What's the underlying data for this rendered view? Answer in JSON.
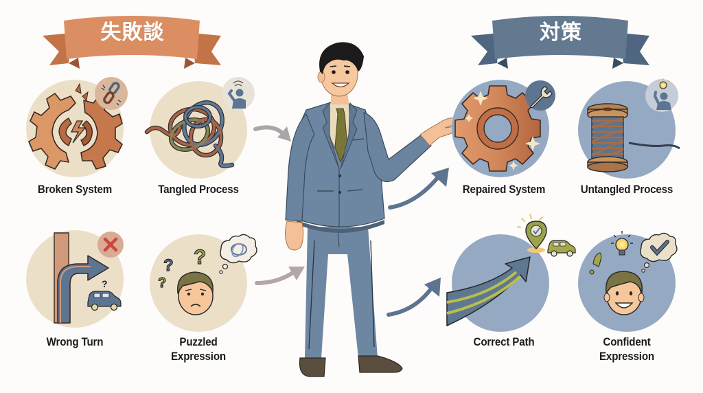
{
  "banners": {
    "left": {
      "label": "失敗談",
      "color": "#d98b5f",
      "shade": "#b96c45"
    },
    "right": {
      "label": "対策",
      "color": "#5e7590",
      "shade": "#465a72"
    }
  },
  "failures": [
    {
      "id": "broken-system",
      "title": [
        "Broken System"
      ],
      "main_icon": "broken-gears-icon",
      "badge_icon": "broken-chain-icon"
    },
    {
      "id": "tangled-process",
      "title": [
        "Tangled Process"
      ],
      "main_icon": "tangled-yarn-icon",
      "badge_icon": "confused-person-icon"
    },
    {
      "id": "wrong-turn",
      "title": [
        "Wrong Turn"
      ],
      "main_icon": "wrong-turn-arrow-icon",
      "badge_icon": "red-x-icon",
      "extra_icon": "confused-car-icon"
    },
    {
      "id": "puzzled-expression",
      "title": [
        "Puzzled",
        "Expression"
      ],
      "main_icon": "puzzled-face-icon",
      "badge_icon": "tangled-thought-bubble-icon"
    }
  ],
  "solutions": [
    {
      "id": "repaired-system",
      "title": [
        "Repaired System"
      ],
      "main_icon": "gear-icon",
      "badge_icon": "wrench-icon"
    },
    {
      "id": "untangled-process",
      "title": [
        "Untangled Process"
      ],
      "main_icon": "thread-spool-icon",
      "badge_icon": "idea-person-icon"
    },
    {
      "id": "correct-path",
      "title": [
        "Correct Path"
      ],
      "main_icon": "upward-path-arrow-icon",
      "badge_icon": "location-pin-check-icon",
      "extra_icon": "car-icon"
    },
    {
      "id": "confident-expression",
      "title": [
        "Confident",
        "Expression"
      ],
      "main_icon": "smiling-face-icon",
      "badge_icon": "check-thought-bubble-icon"
    }
  ],
  "presenter": {
    "description": "Smiling businessman in grey-blue suit gesturing toward the solutions"
  },
  "colors": {
    "failure_circle": "#ecdfc8",
    "solution_circle": "#95a9c2",
    "copper": "#c8784d",
    "slate": "#5b7593",
    "olive": "#9aa24a",
    "arrow_in": "#a9a6a8",
    "arrow_out": "#5d7590",
    "text": "#1d1d1d"
  }
}
